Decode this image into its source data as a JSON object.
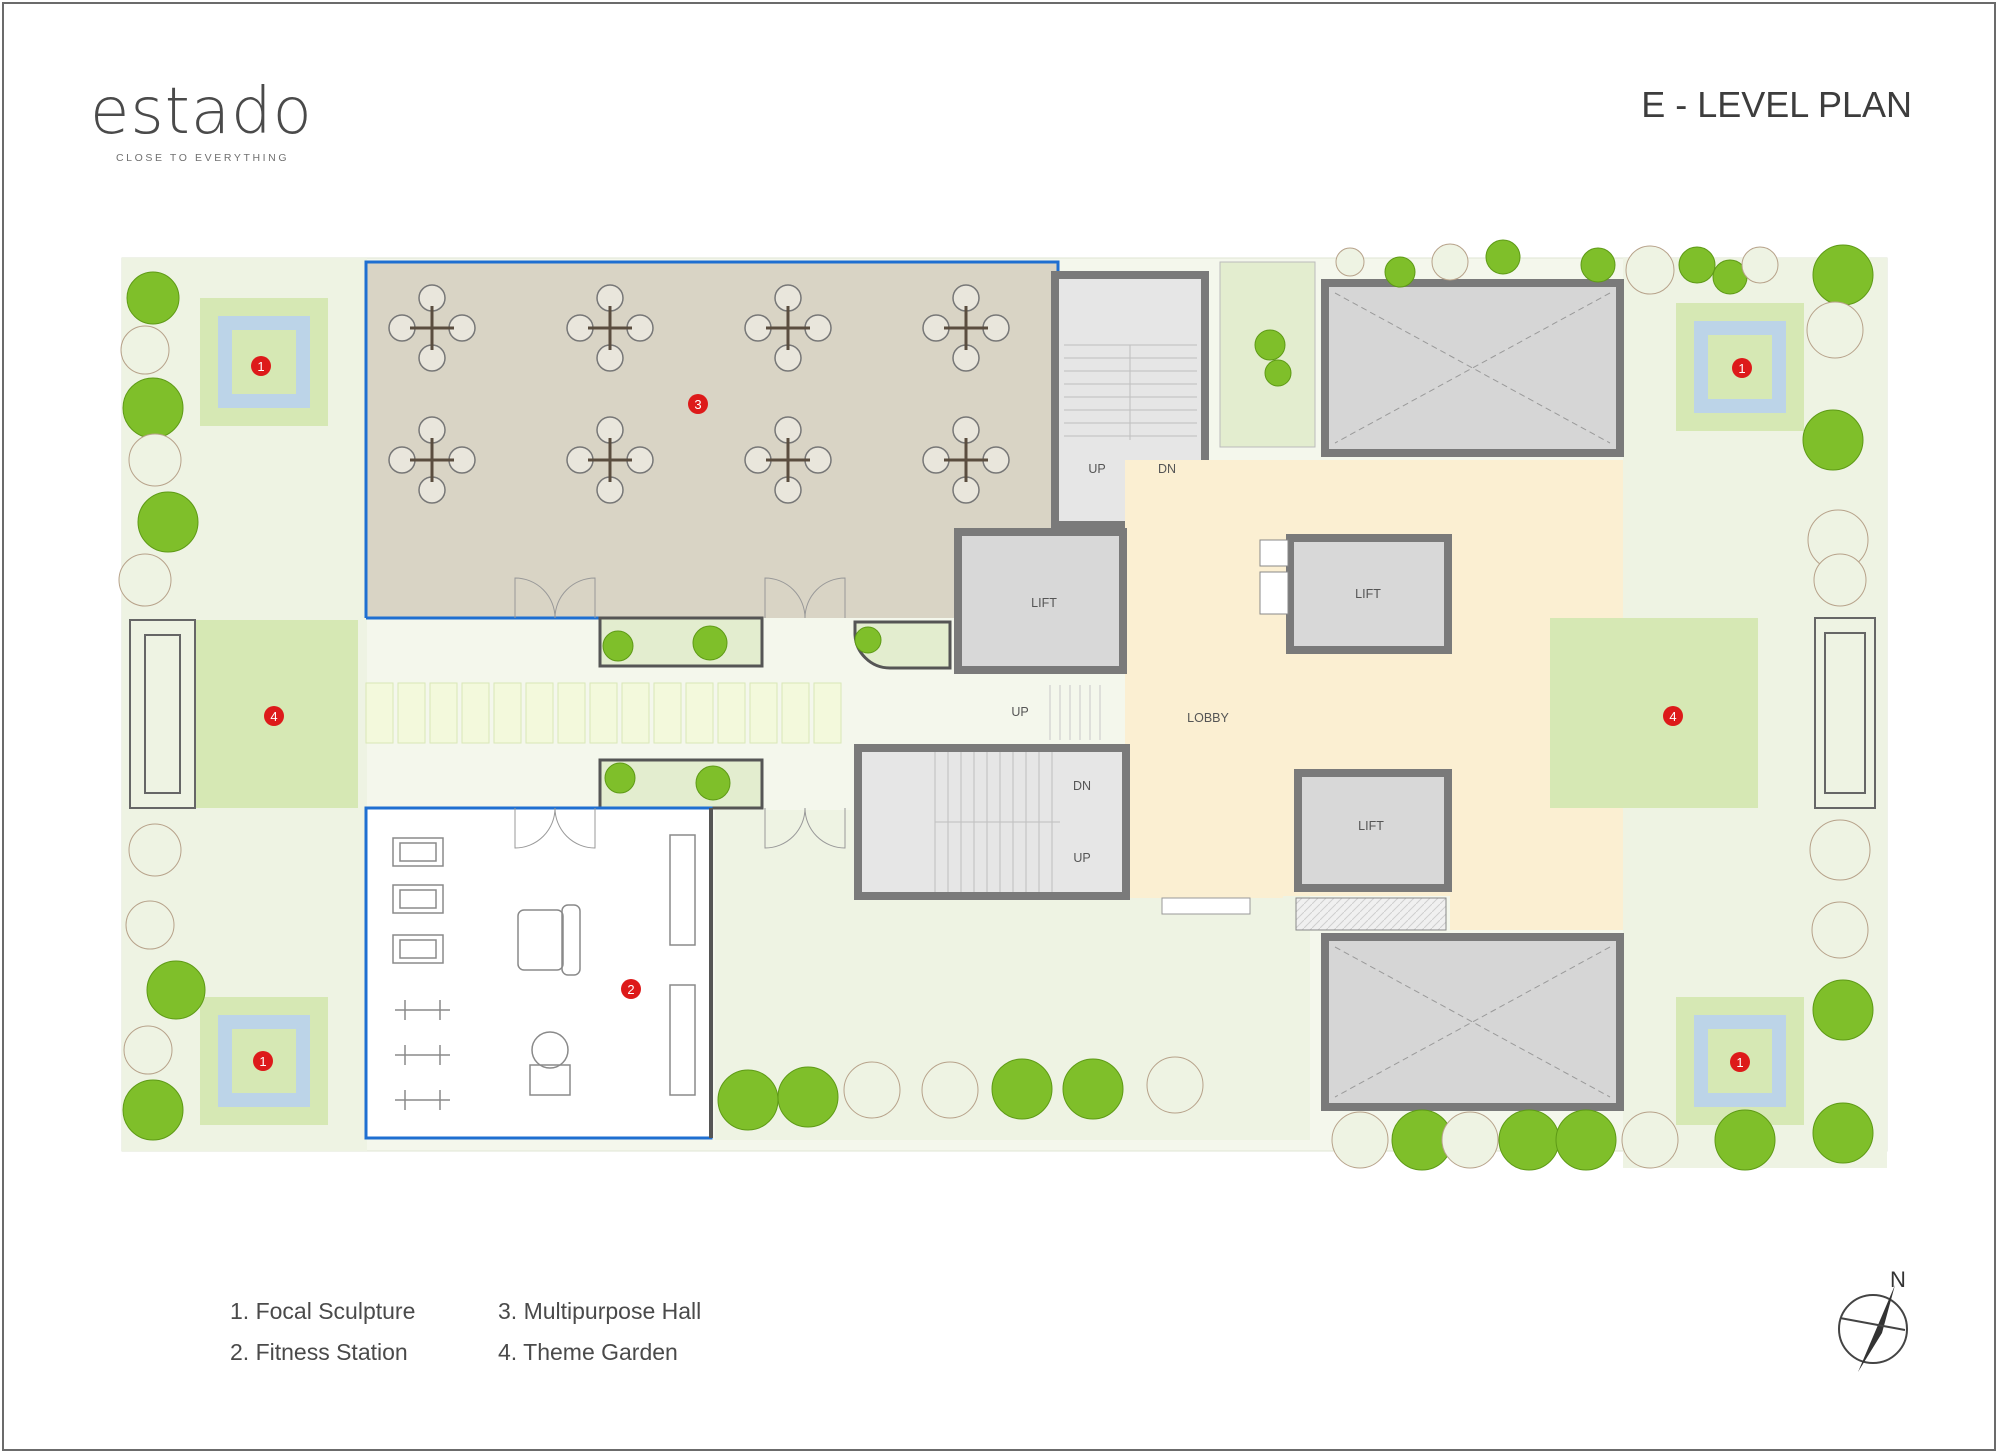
{
  "brand": {
    "name": "estado",
    "tagline": "CLOSE TO EVERYTHING"
  },
  "plan_title": "E - LEVEL PLAN",
  "labels": {
    "lift_1": "LIFT",
    "lift_2": "LIFT",
    "lift_3": "LIFT",
    "lobby": "LOBBY",
    "stair1_up": "UP",
    "stair1_dn": "DN",
    "stair2_dn": "DN",
    "stair2_up": "UP",
    "steps_up": "UP"
  },
  "markers": {
    "m1": "1",
    "m2": "1",
    "m3": "1",
    "m4": "1",
    "m5": "2",
    "m6": "3",
    "m7": "4",
    "m8": "4"
  },
  "legend": [
    {
      "text": "1. Focal Sculpture"
    },
    {
      "text": "3. Multipurpose Hall"
    },
    {
      "text": "2. Fitness Station"
    },
    {
      "text": "4. Theme Garden"
    }
  ],
  "north_label": "N",
  "colors": {
    "lawn": "#eef3e3",
    "garden": "#d6e8b4",
    "tree": "#7fbf2a",
    "hall": "#d9d4c5",
    "lobby": "#fbefd2",
    "core": "#d8d8d8",
    "marker": "#dd1a1a",
    "water": "#bcd4e8",
    "boundary": "#1f6fd1"
  }
}
